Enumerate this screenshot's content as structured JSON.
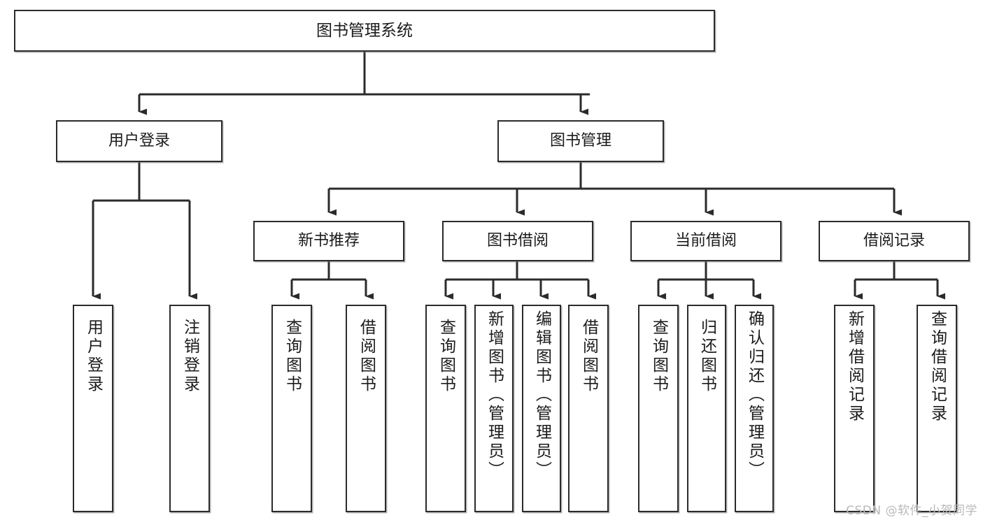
{
  "diagram": {
    "type": "tree-hierarchy-chart",
    "title": "图书管理系统",
    "watermark": "CSDN @软件_小贺同学",
    "colors": {
      "box_border": "#2b2b2b",
      "box_fill": "#ffffff",
      "edge": "#2b2b2b",
      "text": "#1b1b1b",
      "watermark": "#b9b9b9",
      "background": "#ffffff"
    },
    "nodes": {
      "root": {
        "label": "图书管理系统"
      },
      "level2": [
        {
          "label": "用户登录"
        },
        {
          "label": "图书管理"
        }
      ],
      "level3": [
        {
          "label": "新书推荐"
        },
        {
          "label": "图书借阅"
        },
        {
          "label": "当前借阅"
        },
        {
          "label": "借阅记录"
        }
      ],
      "leaves": {
        "user_login": [
          {
            "label": "用户登录"
          },
          {
            "label": "注销登录"
          }
        ],
        "new_book_recommend": [
          {
            "label": "查询图书"
          },
          {
            "label": "借阅图书"
          }
        ],
        "book_borrow": [
          {
            "label": "查询图书"
          },
          {
            "label": "新增图书（管理员）"
          },
          {
            "label": "编辑图书（管理员）"
          },
          {
            "label": "借阅图书"
          }
        ],
        "current_borrow": [
          {
            "label": "查询图书"
          },
          {
            "label": "归还图书"
          },
          {
            "label": "确认归还（管理员）"
          }
        ],
        "borrow_record": [
          {
            "label": "新增借阅记录"
          },
          {
            "label": "查询借阅记录"
          }
        ]
      }
    }
  }
}
